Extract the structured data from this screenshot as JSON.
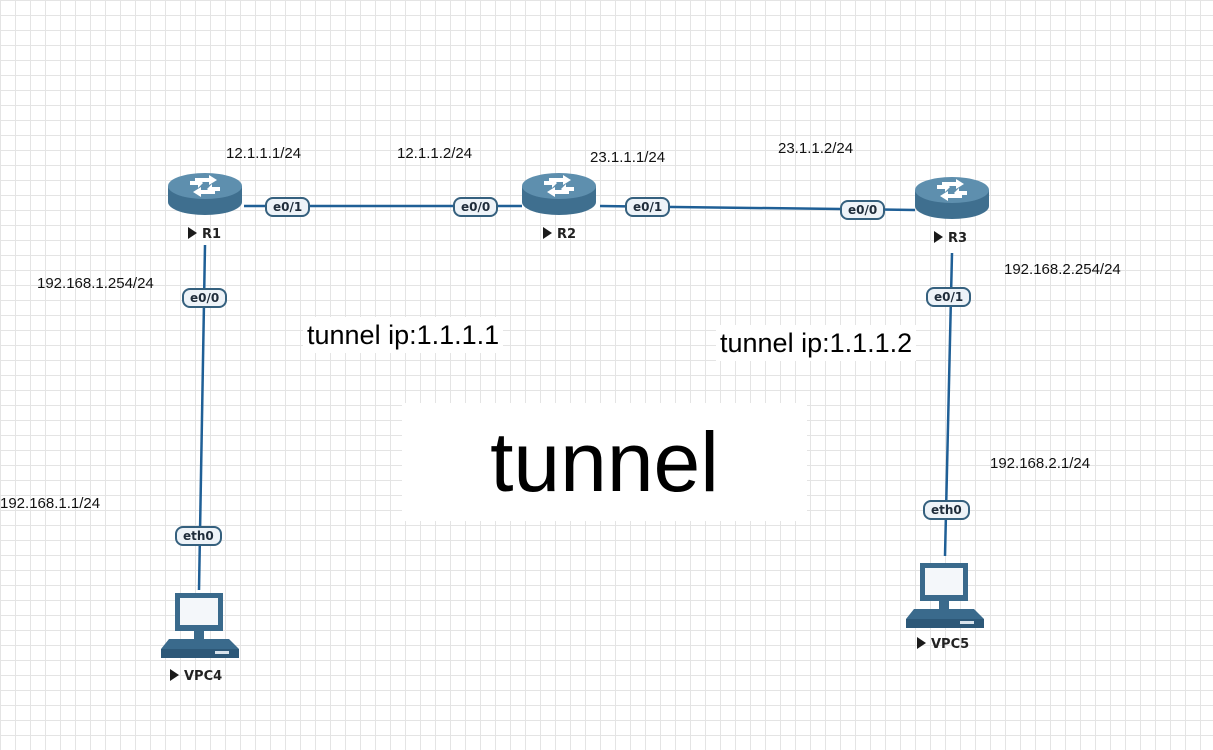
{
  "devices": {
    "r1": {
      "label": "R1"
    },
    "r2": {
      "label": "R2"
    },
    "r3": {
      "label": "R3"
    },
    "vpc4": {
      "label": "VPC4"
    },
    "vpc5": {
      "label": "VPC5"
    }
  },
  "ports": {
    "r1_e01": "e0/1",
    "r1_e00": "e0/0",
    "r2_e00": "e0/0",
    "r2_e01": "e0/1",
    "r3_e00": "e0/0",
    "r3_e01": "e0/1",
    "vpc4_eth0": "eth0",
    "vpc5_eth0": "eth0"
  },
  "addresses": {
    "r1_e01": "12.1.1.1/24",
    "r2_e00": "12.1.1.2/24",
    "r2_e01": "23.1.1.1/24",
    "r3_e00": "23.1.1.2/24",
    "r1_e00": "192.168.1.254/24",
    "r3_e01": "192.168.2.254/24",
    "vpc4": "192.168.1.1/24",
    "vpc5": "192.168.2.1/24"
  },
  "annotations": {
    "tunnel_ip_left": "tunnel ip:1.1.1.1",
    "tunnel_ip_right": "tunnel ip:1.1.1.2",
    "title": "tunnel"
  },
  "colors": {
    "link": "#1f5f96",
    "router_body": "#3f6f8f",
    "router_top": "#5e8fae",
    "port_border": "#35607e",
    "grid": "#e4e4e4"
  }
}
